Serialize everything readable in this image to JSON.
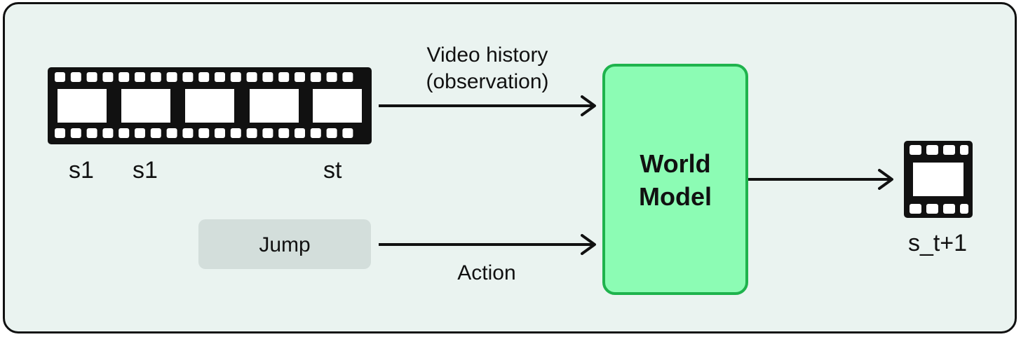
{
  "frame_labels": [
    "s1",
    "s1",
    "st"
  ],
  "video_label_line1": "Video history",
  "video_label_line2": "(observation)",
  "action_button": "Jump",
  "action_label": "Action",
  "model_line1": "World",
  "model_line2": "Model",
  "output_label": "s_t+1",
  "colors": {
    "background": "#eaf3f0",
    "model_fill": "#8cfcb4",
    "model_border": "#1fb34d",
    "button_fill": "#d3dedb",
    "ink": "#111111"
  },
  "icons": [
    "film-strip-icon",
    "film-frame-icon",
    "arrow-right-icon"
  ]
}
